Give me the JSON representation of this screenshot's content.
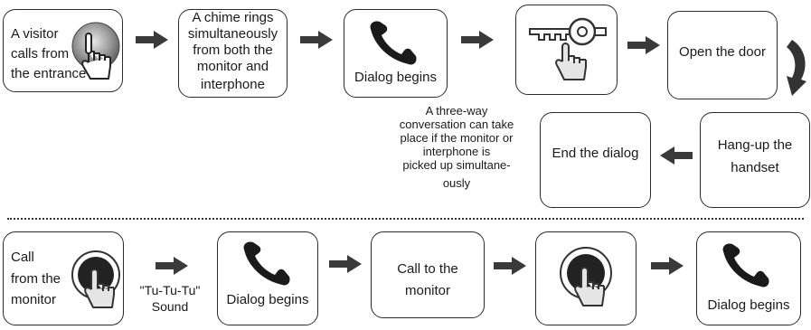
{
  "top_flow": {
    "step1_label": [
      "A visitor",
      "calls from",
      "the entrance"
    ],
    "step2_label": [
      "A chime rings",
      "simultaneously",
      "from both the",
      "monitor and",
      "interphone"
    ],
    "step3_label": "Dialog begins",
    "step5_label": "Open the door",
    "step6_label": [
      "Hang-up the",
      "handset"
    ],
    "step7_label": "End the dialog",
    "note": [
      "A three-way",
      "conversation can take",
      "place if the monitor or",
      "interphone is",
      "picked up simultane-",
      "ously"
    ]
  },
  "bottom_flow": {
    "step1_label": [
      "Call",
      "from the",
      "monitor"
    ],
    "sound_label": [
      "\"Tu-Tu-Tu\"",
      "Sound"
    ],
    "step2_label": "Dialog begins",
    "step3_label": [
      "Call to the",
      "monitor"
    ],
    "step5_label": "Dialog begins"
  },
  "icons": {
    "call_button": "round-call-button-with-pointing-hand-icon",
    "handset": "telephone-handset-icon",
    "key_press": "door-key-with-pointing-hand-icon",
    "arrow_right": "right-arrow-icon",
    "arrow_left": "left-arrow-icon",
    "arrow_curved": "curved-down-arrow-icon"
  }
}
